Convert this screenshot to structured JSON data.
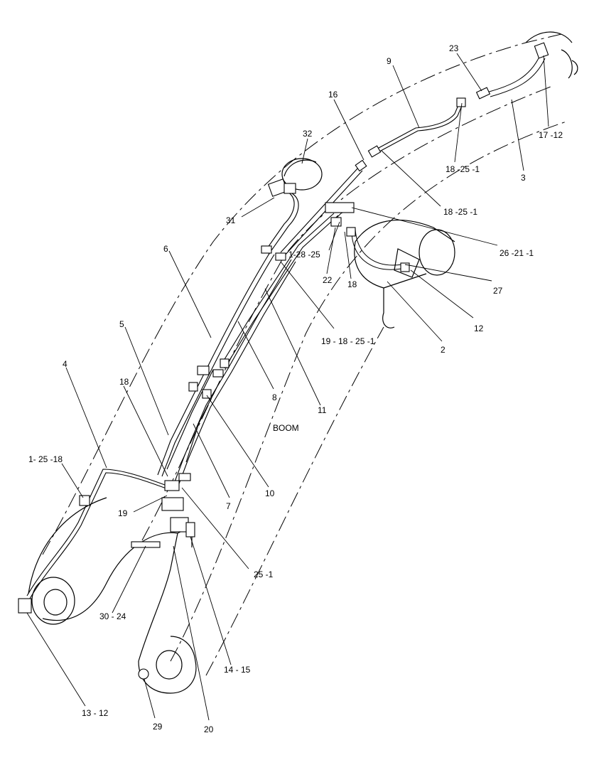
{
  "diagram": {
    "main_label": "BOOM",
    "callouts": [
      {
        "id": "c-23",
        "text": "23"
      },
      {
        "id": "c-9",
        "text": "9"
      },
      {
        "id": "c-17-12",
        "text": "17 -12"
      },
      {
        "id": "c-16",
        "text": "16"
      },
      {
        "id": "c-32",
        "text": "32"
      },
      {
        "id": "c-18-25-1-a",
        "text": "18 -25 -1"
      },
      {
        "id": "c-3",
        "text": "3"
      },
      {
        "id": "c-18-25-1-b",
        "text": "18 -25 -1"
      },
      {
        "id": "c-31",
        "text": "31"
      },
      {
        "id": "c-6",
        "text": "6"
      },
      {
        "id": "c-1-28-25",
        "text": "1-28 -25"
      },
      {
        "id": "c-26-21-1",
        "text": "26 -21 -1"
      },
      {
        "id": "c-22",
        "text": "22"
      },
      {
        "id": "c-18-a",
        "text": "18"
      },
      {
        "id": "c-27",
        "text": "27"
      },
      {
        "id": "c-12",
        "text": "12"
      },
      {
        "id": "c-19-18-25-1",
        "text": "19 - 18 - 25 -1"
      },
      {
        "id": "c-2",
        "text": "2"
      },
      {
        "id": "c-5",
        "text": "5"
      },
      {
        "id": "c-8",
        "text": "8"
      },
      {
        "id": "c-11",
        "text": "11"
      },
      {
        "id": "c-4",
        "text": "4"
      },
      {
        "id": "c-18-b",
        "text": "18"
      },
      {
        "id": "c-1-25-18",
        "text": "1- 25 -18"
      },
      {
        "id": "c-7",
        "text": "7"
      },
      {
        "id": "c-10",
        "text": "10"
      },
      {
        "id": "c-19",
        "text": "19"
      },
      {
        "id": "c-25-1",
        "text": "25 -1"
      },
      {
        "id": "c-30-24",
        "text": "30 - 24"
      },
      {
        "id": "c-14-15",
        "text": "14 - 15"
      },
      {
        "id": "c-13-12",
        "text": "13 - 12"
      },
      {
        "id": "c-29",
        "text": "29"
      },
      {
        "id": "c-20",
        "text": "20"
      }
    ]
  }
}
